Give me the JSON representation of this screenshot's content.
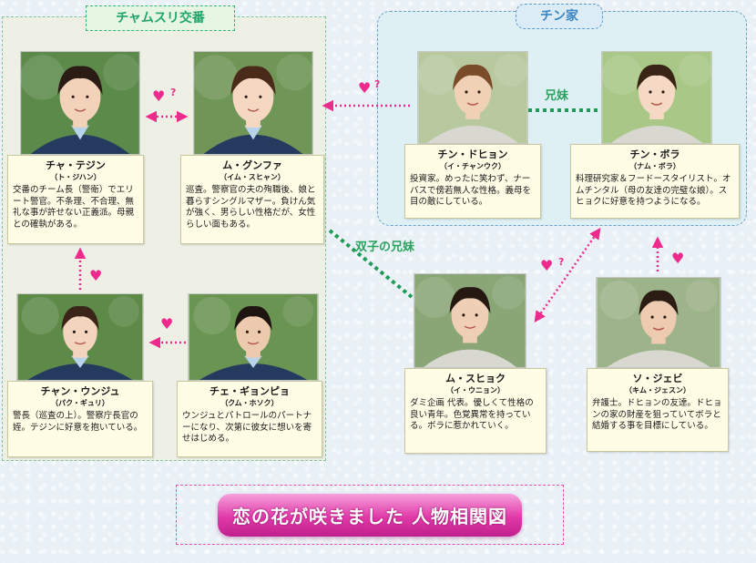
{
  "groups": {
    "police": "チャムスリ交番",
    "family": "チン家"
  },
  "characters": [
    {
      "id": "taejin",
      "name": "チャ・テジン",
      "actor": "（ト・ジハン）",
      "desc": "交番のチーム長（警衛）でエリート警官。不条理、不合理、無礼な事が許せない正義派。母親との確執がある。",
      "uniform": true,
      "bg": "#5c8a4a",
      "skin": "#f2d2b8",
      "hair": "#2a1c14"
    },
    {
      "id": "gunfa",
      "name": "ム・グンファ",
      "actor": "（イム・スヒャン）",
      "desc": "巡査。警察官の夫の殉職後、娘と暮らすシングルマザー。負けん気が強く、男らしい性格だが、女性らしい面もある。",
      "uniform": true,
      "bg": "#6f9656",
      "skin": "#f5d8c2",
      "hair": "#4a2a18"
    },
    {
      "id": "dohyun",
      "name": "チン・ドヒョン",
      "actor": "（イ・チャンウク）",
      "desc": "投資家。めったに笑わず、ナーバスで傍若無人な性格。義母を目の敵にしている。",
      "uniform": false,
      "bg": "#b8c9a0",
      "skin": "#f1d1b6",
      "hair": "#7a4c2a"
    },
    {
      "id": "bora",
      "name": "チン・ボラ",
      "actor": "（ナム・ボラ）",
      "desc": "料理研究家＆フードースタイリスト。オムチンタル（母の友達の完璧な娘）。スヒョクに好意を持つようになる。",
      "uniform": false,
      "bg": "#a9c887",
      "skin": "#f5d9c4",
      "hair": "#3a2416"
    },
    {
      "id": "unju",
      "name": "チャン・ウンジュ",
      "actor": "（パク・ギュリ）",
      "desc": "警長（巡査の上）。警察庁長官の姪。テジンに好意を抱いている。",
      "uniform": true,
      "bg": "#5e8a48",
      "skin": "#f3d4bd",
      "hair": "#3b2418"
    },
    {
      "id": "gyonpyo",
      "name": "チェ・ギョンピョ",
      "actor": "（クム・ホソク）",
      "desc": "ウンジュとパトロールのパートナーになり、次第に彼女に想いを寄せはじめる。",
      "uniform": true,
      "bg": "#6a9452",
      "skin": "#eccaae",
      "hair": "#1e1510"
    },
    {
      "id": "suhyuk",
      "name": "ム・スヒョク",
      "actor": "（イ・ウニョン）",
      "desc": "ダミ企画 代表。優しくて性格の良い青年。色覚異常を持っている。ボラに惹かれていく。",
      "uniform": false,
      "bg": "#8aa676",
      "skin": "#efcfb5",
      "hair": "#241811"
    },
    {
      "id": "jeubi",
      "name": "ソ・ジェビ",
      "actor": "（キム・ジェスン）",
      "desc": "弁護士。ドヒョンの友達。ドヒョンの家の財産を狙っていてボラと結婚する事を目標にしている。",
      "uniform": false,
      "bg": "#9db38a",
      "skin": "#eccbb0",
      "hair": "#2b1d14"
    }
  ],
  "relations": {
    "siblings": "兄妹",
    "twins": "双子の兄妹",
    "question": "?"
  },
  "title": "恋の花が咲きました 人物相関図",
  "colors": {
    "love": "#ee2b8c",
    "family_link": "#1f9a57"
  }
}
